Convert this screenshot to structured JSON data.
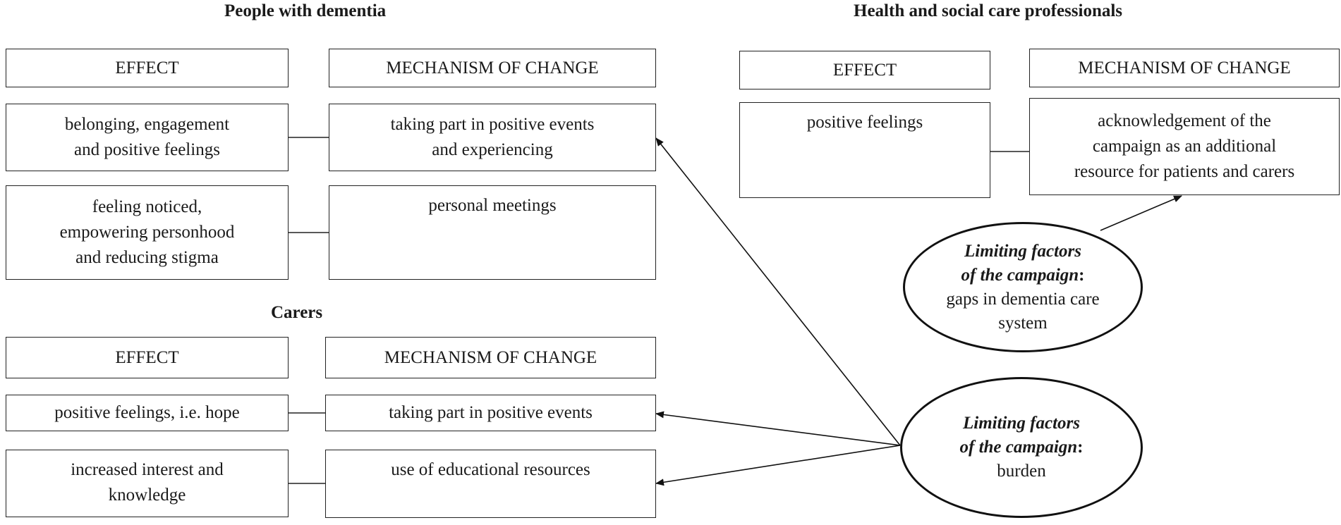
{
  "people_with_dementia": {
    "title": "People with dementia",
    "effect_header": "EFFECT",
    "mechanism_header": "MECHANISM OF CHANGE",
    "rows": [
      {
        "effect_lines": [
          "belonging, engagement",
          "and positive feelings"
        ],
        "mechanism_lines": [
          "taking part in positive events",
          "and experiencing"
        ]
      },
      {
        "effect_lines": [
          "feeling noticed,",
          "empowering personhood",
          "and reducing stigma"
        ],
        "mechanism_lines": [
          "personal meetings"
        ]
      }
    ]
  },
  "carers": {
    "title": "Carers",
    "effect_header": "EFFECT",
    "mechanism_header": "MECHANISM OF CHANGE",
    "rows": [
      {
        "effect_lines": [
          "positive feelings, i.e. hope"
        ],
        "mechanism_lines": [
          "taking part in positive events"
        ]
      },
      {
        "effect_lines": [
          "increased interest and",
          "knowledge"
        ],
        "mechanism_lines": [
          "use of educational resources"
        ]
      }
    ]
  },
  "professionals": {
    "title": "Health and social care professionals",
    "effect_header": "EFFECT",
    "mechanism_header": "MECHANISM OF CHANGE",
    "rows": [
      {
        "effect_lines": [
          "positive feelings"
        ],
        "mechanism_lines": [
          "acknowledgement of the",
          "campaign as an additional",
          "resource for patients and carers"
        ]
      }
    ]
  },
  "limiting_factors": [
    {
      "title_lines": [
        "Limiting factors",
        "of the campaign"
      ],
      "colon": ":",
      "body_lines": [
        "gaps in dementia care",
        "system"
      ]
    },
    {
      "title_lines": [
        "Limiting factors",
        "of the campaign"
      ],
      "colon": ":",
      "body_lines": [
        "burden"
      ]
    }
  ]
}
